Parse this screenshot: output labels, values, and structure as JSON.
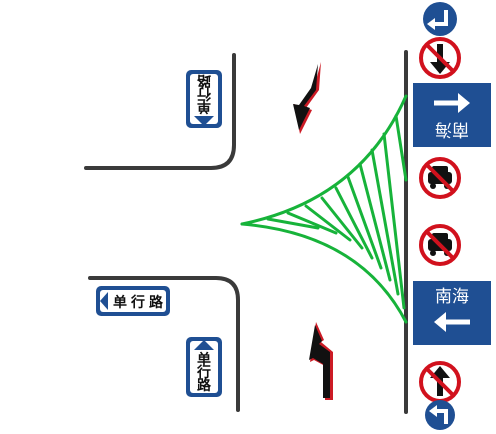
{
  "colors": {
    "road_edge": "#3a3a3a",
    "gore_marking": "#17b33a",
    "sign_blue": "#1f4f93",
    "sign_white": "#ffffff",
    "prohibit_red": "#d1111d",
    "arrow_black": "#111111",
    "arrow_shadow": "#cc1b25"
  },
  "icons": {
    "top_direction": "u-turn-arrow-icon",
    "no_straight": "no-straight-arrow-icon",
    "no_car_1": "no-car-icon",
    "no_car_2": "no-car-icon",
    "no_straight_bottom": "no-straight-arrow-icon",
    "bottom_direction": "u-turn-arrow-icon"
  },
  "signs": {
    "direction_top": {
      "label": "南海"
    },
    "direction_bottom": {
      "label": "南海"
    },
    "one_way_top": {
      "char1": "单",
      "char2": "行",
      "char3": "路"
    },
    "one_way_left": {
      "char1": "单",
      "char2": "行",
      "char3": "路"
    },
    "one_way_bottom": {
      "char1": "单",
      "char2": "行",
      "char3": "路"
    }
  }
}
